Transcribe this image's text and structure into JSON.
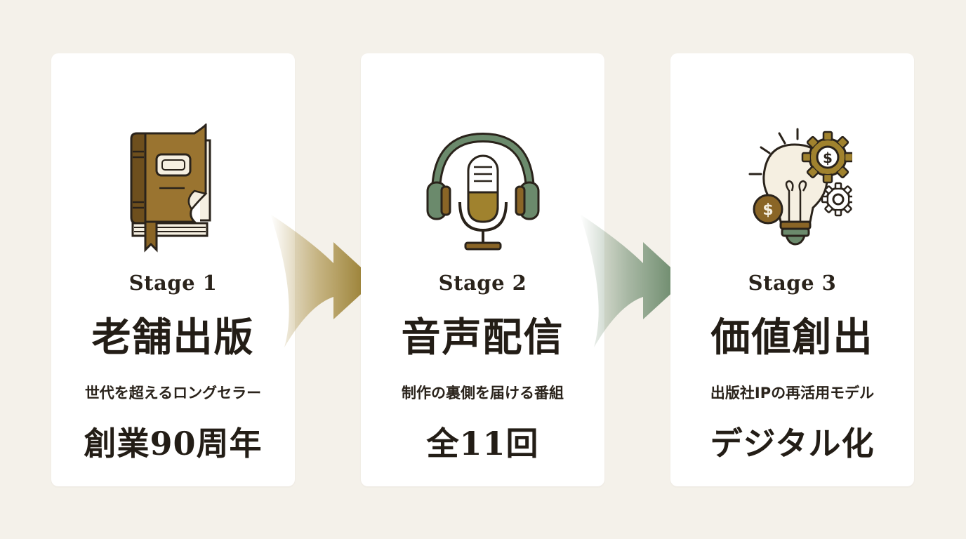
{
  "stages": [
    {
      "label": "Stage 1",
      "title": "老舗出版",
      "description": "世代を超えるロングセラー",
      "highlight": "創業90周年",
      "icon": "book-icon"
    },
    {
      "label": "Stage 2",
      "title": "音声配信",
      "description": "制作の裏側を届ける番組",
      "highlight": "全11回",
      "icon": "podcast-microphone-icon"
    },
    {
      "label": "Stage 3",
      "title": "価値創出",
      "description": "出版社IPの再活用モデル",
      "highlight": "デジタル化",
      "icon": "lightbulb-gears-icon"
    }
  ],
  "colors": {
    "background": "#f4f1ea",
    "card": "#ffffff",
    "gold": "#a0822e",
    "brown": "#8a6526",
    "green": "#6b8a6c",
    "ink": "#231d16"
  }
}
